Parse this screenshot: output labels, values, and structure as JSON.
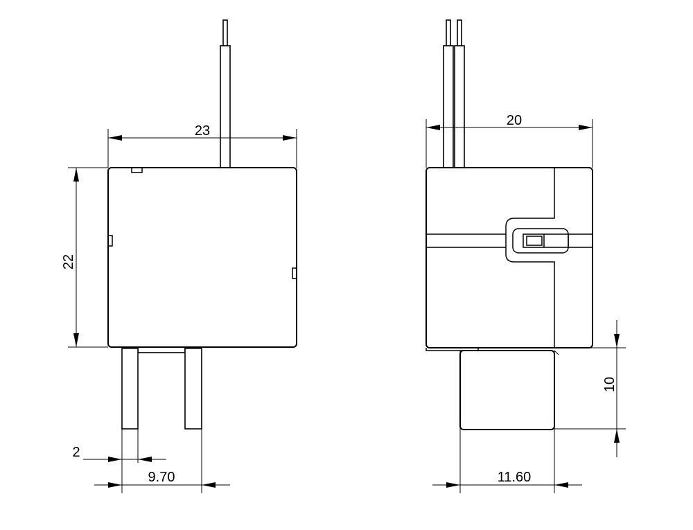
{
  "dimensions": {
    "front_width": "23",
    "front_height": "22",
    "pin_width": "2",
    "pin_spacing": "9.70",
    "side_width": "20",
    "tab_height": "10",
    "tab_width": "11.60"
  }
}
